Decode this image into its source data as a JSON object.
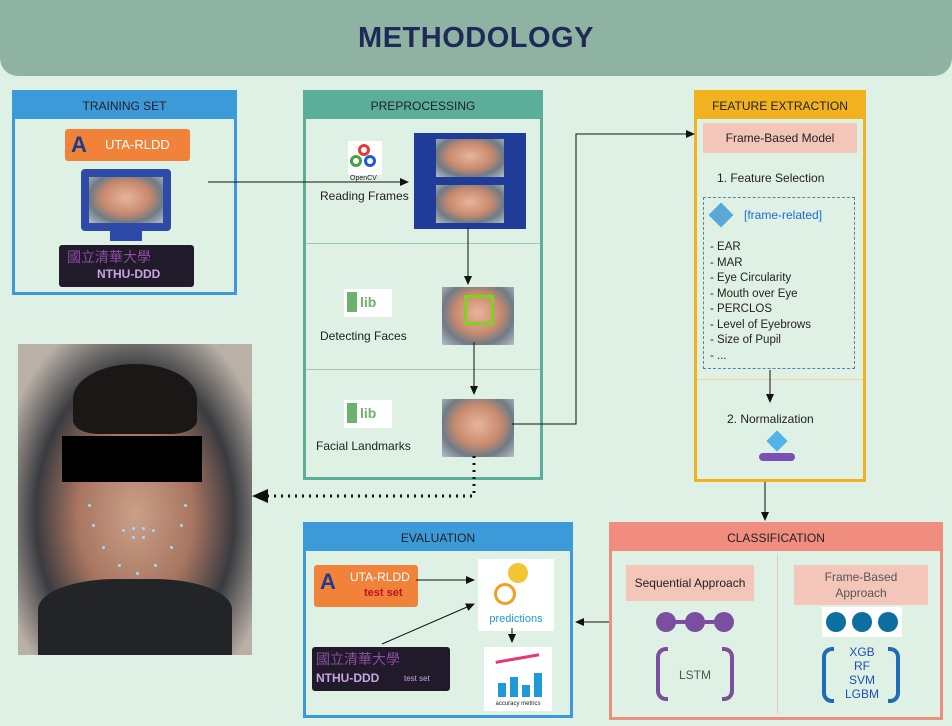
{
  "header": {
    "title": "METHODOLOGY"
  },
  "training": {
    "title": "TRAINING SET",
    "uta": "UTA-RLDD",
    "nthu": "NTHU-DDD"
  },
  "preprocessing": {
    "title": "PREPROCESSING",
    "opencv": "OpenCV",
    "reading": "Reading Frames",
    "detecting": "Detecting Faces",
    "landmarks": "Facial Landmarks",
    "dlib1": "lib",
    "dlib2": "lib"
  },
  "feature": {
    "title": "FEATURE EXTRACTION",
    "model": "Frame-Based Model",
    "step1": "1. Feature Selection",
    "tag": "[frame-related]",
    "items": [
      "- EAR",
      "- MAR",
      "- Eye Circularity",
      "- Mouth over Eye",
      "- PERCLOS",
      "- Level of Eyebrows",
      "- Size of Pupil",
      "- ..."
    ],
    "step2": "2. Normalization"
  },
  "classification": {
    "title": "CLASSIFICATION",
    "seq": "Sequential Approach",
    "frame1": "Frame-Based",
    "frame2": "Approach",
    "lstm": "LSTM",
    "models": [
      "XGB",
      "RF",
      "SVM",
      "LGBM"
    ]
  },
  "evaluation": {
    "title": "EVALUATION",
    "uta": "UTA-RLDD",
    "uta_sub": "test set",
    "nthu": "NTHU-DDD",
    "nthu_sub": "test set",
    "predictions": "predictions",
    "metrics": "accuracy metrics"
  },
  "colors": {
    "training": "#3d9ad9",
    "preprocessing": "#5aae9a",
    "feature": "#f2b21f",
    "classification": "#f08d7e",
    "evaluation": "#3d9ad9"
  }
}
